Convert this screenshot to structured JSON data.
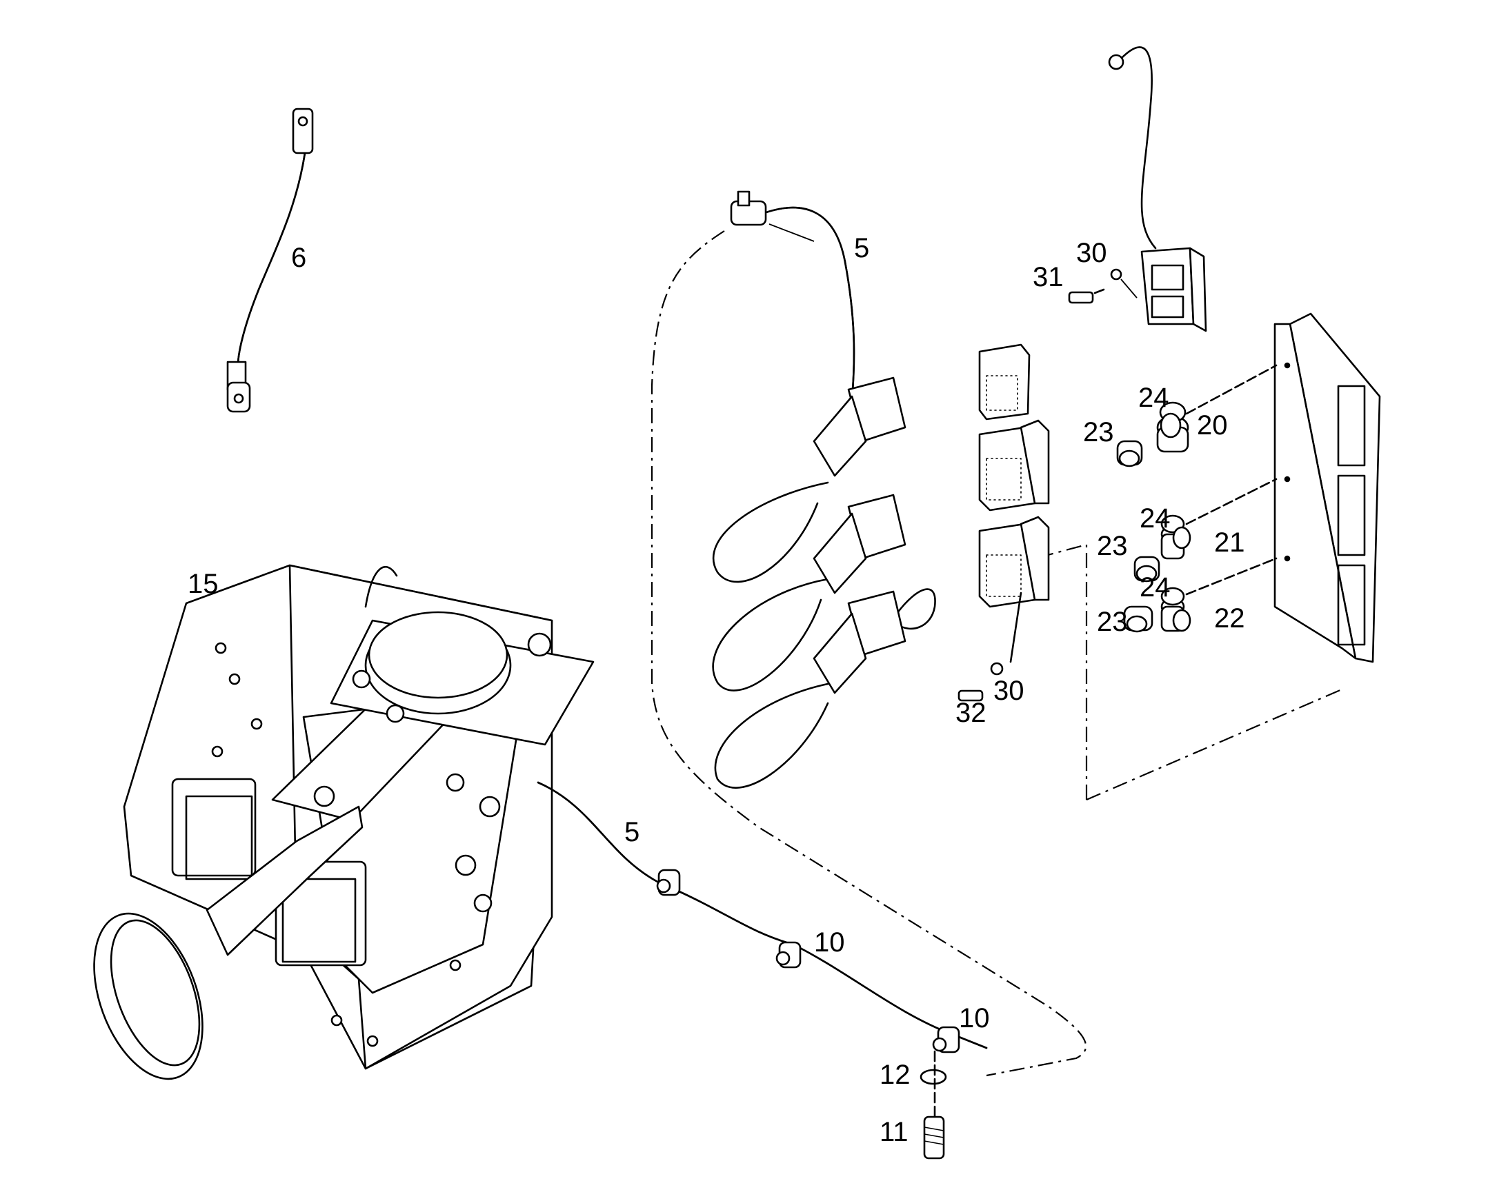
{
  "callouts": [
    {
      "id": "c6",
      "text": "6"
    },
    {
      "id": "c5a",
      "text": "5"
    },
    {
      "id": "c31",
      "text": "31"
    },
    {
      "id": "c30a",
      "text": "30"
    },
    {
      "id": "c24a",
      "text": "24"
    },
    {
      "id": "c20",
      "text": "20"
    },
    {
      "id": "c23a",
      "text": "23"
    },
    {
      "id": "c24b",
      "text": "24"
    },
    {
      "id": "c21",
      "text": "21"
    },
    {
      "id": "c23b",
      "text": "23"
    },
    {
      "id": "c24c",
      "text": "24"
    },
    {
      "id": "c22",
      "text": "22"
    },
    {
      "id": "c23c",
      "text": "23"
    },
    {
      "id": "c30b",
      "text": "30"
    },
    {
      "id": "c32",
      "text": "32"
    },
    {
      "id": "c15",
      "text": "15"
    },
    {
      "id": "c5b",
      "text": "5"
    },
    {
      "id": "c10a",
      "text": "10"
    },
    {
      "id": "c10b",
      "text": "10"
    },
    {
      "id": "c12",
      "text": "12"
    },
    {
      "id": "c11",
      "text": "11"
    }
  ]
}
